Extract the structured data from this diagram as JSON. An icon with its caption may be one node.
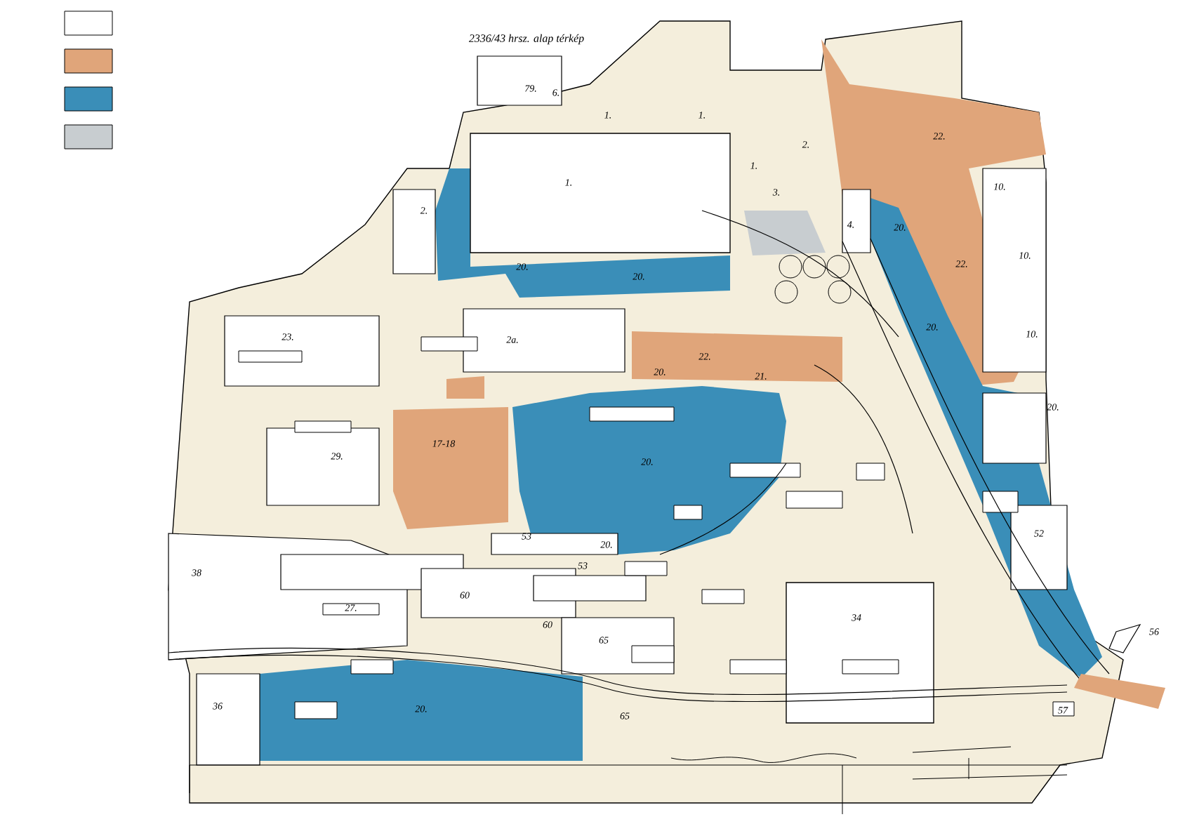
{
  "diagram": {
    "labels": [
      "2336/43 hrsz. alap térkép",
      "79.",
      "6.",
      "1.",
      "1.",
      "1.",
      "1.",
      "2.",
      "2.",
      "3.",
      "4.",
      "22.",
      "22.",
      "10.",
      "10.",
      "10.",
      "20.",
      "20.",
      "20.",
      "20.",
      "20.",
      "20.",
      "20.",
      "20.",
      "22.",
      "21.",
      "2a.",
      "23.",
      "29.",
      "17-18",
      "27.",
      "53",
      "53",
      "38",
      "60",
      "60",
      "65",
      "65",
      "34",
      "52",
      "56",
      "57",
      "36",
      "20."
    ]
  }
}
